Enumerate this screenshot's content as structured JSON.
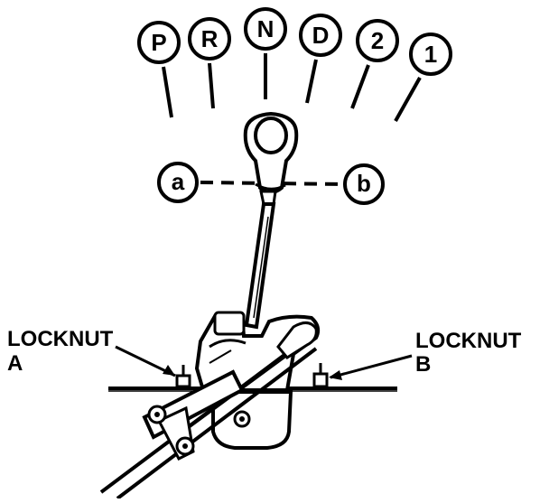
{
  "gear_positions": {
    "p": "P",
    "r": "R",
    "n": "N",
    "d": "D",
    "second": "2",
    "first": "1"
  },
  "lever_positions": {
    "a": "a",
    "b": "b"
  },
  "locknut_a": {
    "line1": "LOCKNUT",
    "line2": "A"
  },
  "locknut_b": {
    "line1": "LOCKNUT",
    "line2": "B"
  }
}
